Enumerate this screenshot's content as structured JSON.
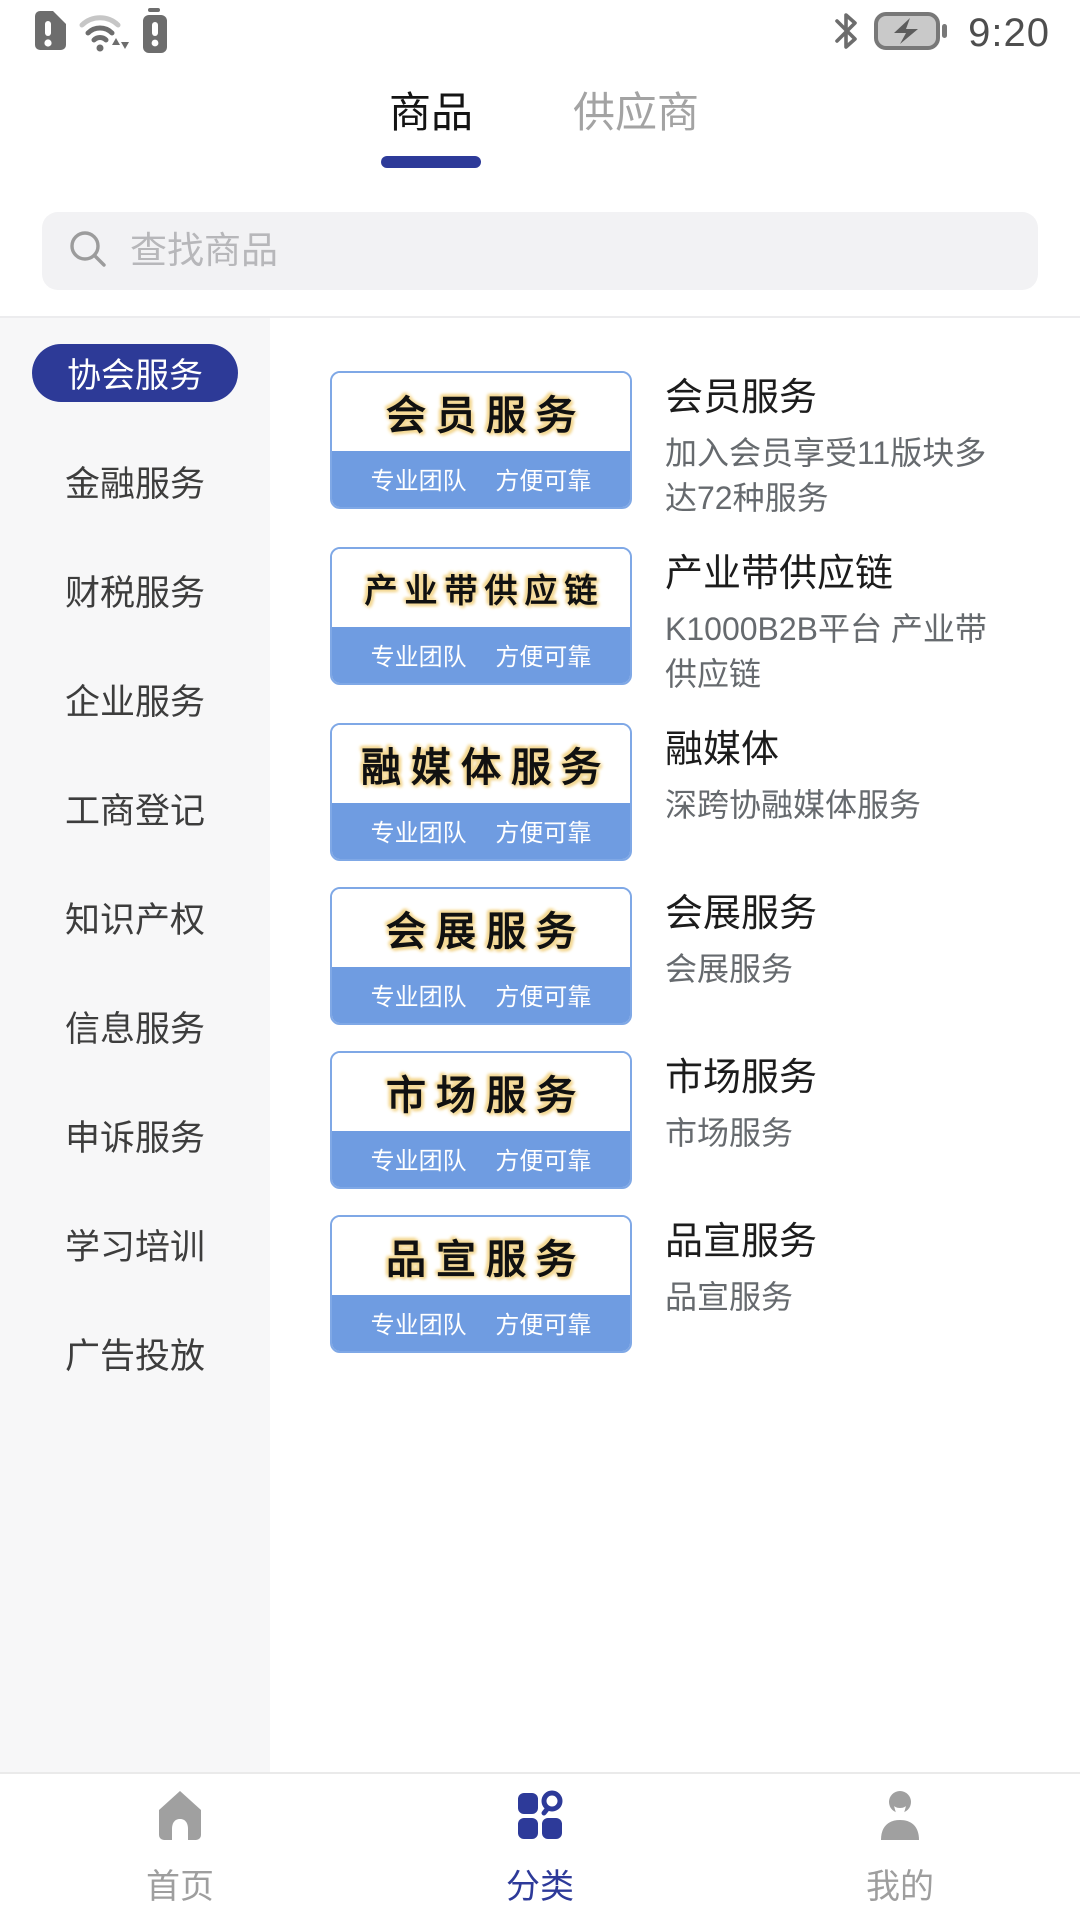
{
  "status_bar": {
    "time": "9:20",
    "left_icons": [
      "sim-warning-icon",
      "wifi-warning-icon",
      "battery-warning-icon"
    ],
    "right_icons": [
      "bluetooth-icon",
      "battery-charging-icon"
    ]
  },
  "tabs": {
    "items": [
      {
        "label": "商品",
        "active": true
      },
      {
        "label": "供应商",
        "active": false
      }
    ]
  },
  "search": {
    "placeholder": "查找商品",
    "value": ""
  },
  "sidebar": {
    "items": [
      {
        "label": "协会服务",
        "active": true
      },
      {
        "label": "金融服务",
        "active": false
      },
      {
        "label": "财税服务",
        "active": false
      },
      {
        "label": "企业服务",
        "active": false
      },
      {
        "label": "工商登记",
        "active": false
      },
      {
        "label": "知识产权",
        "active": false
      },
      {
        "label": "信息服务",
        "active": false
      },
      {
        "label": "申诉服务",
        "active": false
      },
      {
        "label": "学习培训",
        "active": false
      },
      {
        "label": "广告投放",
        "active": false
      }
    ]
  },
  "products": [
    {
      "banner": "会员服务",
      "banner_sub": "专业团队 方便可靠",
      "title": "会员服务",
      "desc": "加入会员享受11版块多达72种服务"
    },
    {
      "banner": "产业带供应链",
      "banner_sub": "专业团队 方便可靠",
      "title": "产业带供应链",
      "desc": "K1000B2B平台 产业带供应链"
    },
    {
      "banner": "融媒体服务",
      "banner_sub": "专业团队 方便可靠",
      "title": "融媒体",
      "desc": "深跨协融媒体服务"
    },
    {
      "banner": "会展服务",
      "banner_sub": "专业团队 方便可靠",
      "title": "会展服务",
      "desc": "会展服务"
    },
    {
      "banner": "市场服务",
      "banner_sub": "专业团队 方便可靠",
      "title": "市场服务",
      "desc": "市场服务"
    },
    {
      "banner": "品宣服务",
      "banner_sub": "专业团队 方便可靠",
      "title": "品宣服务",
      "desc": "品宣服务"
    }
  ],
  "bottom_nav": {
    "items": [
      {
        "label": "首页",
        "icon": "home-icon",
        "active": false
      },
      {
        "label": "分类",
        "icon": "category-search-icon",
        "active": true
      },
      {
        "label": "我的",
        "icon": "profile-icon",
        "active": false
      }
    ]
  },
  "colors": {
    "accent_indigo": "#2d3a99",
    "banner_blue": "#6f9ce1",
    "banner_border": "#7fa8e6",
    "gold_glow": "#eecb74",
    "inactive_gray": "#9e9e9e"
  }
}
